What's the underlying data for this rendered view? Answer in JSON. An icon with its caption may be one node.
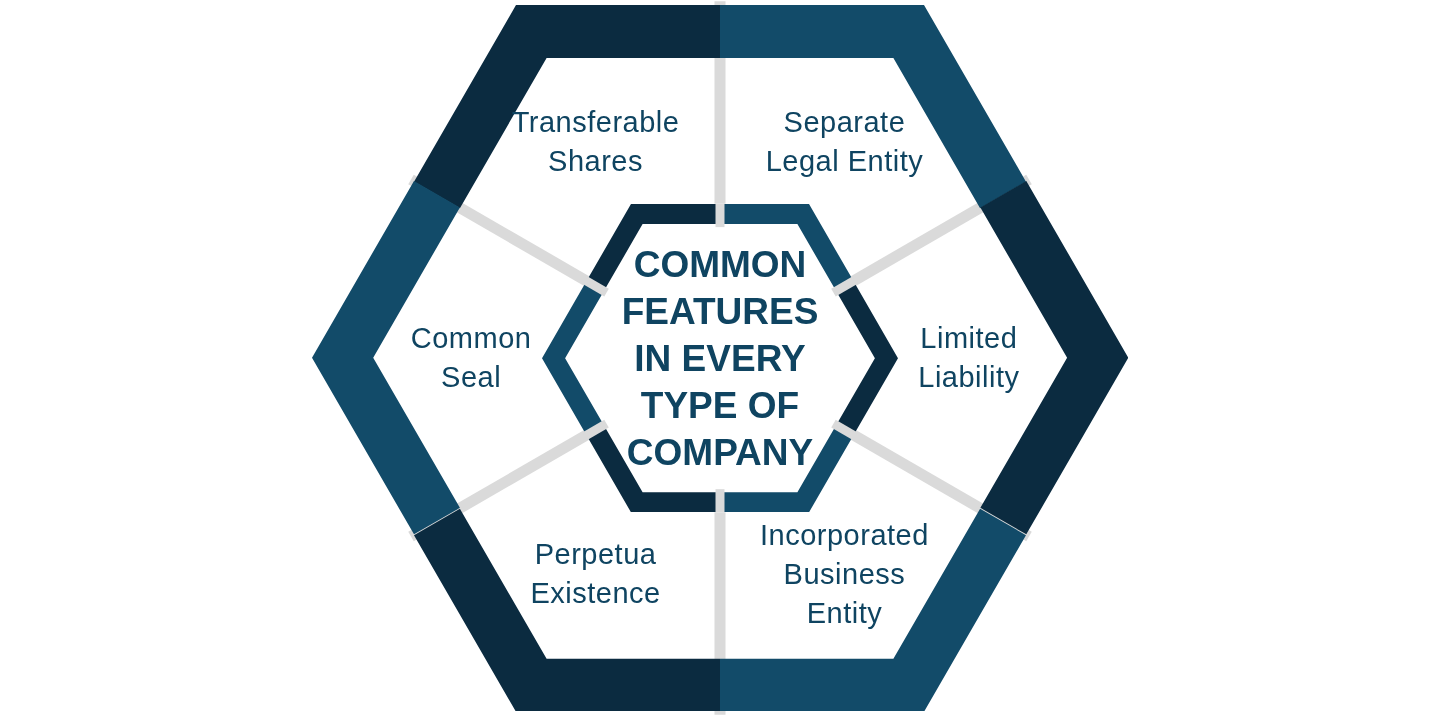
{
  "diagram": {
    "nodes": [
      {
        "text": [
          "COMMON FEATURES IN EVERY TYPE OF COMPANY"
        ]
      },
      {
        "text": [
          "Transferable Shares"
        ]
      },
      {
        "text": [
          "Separate Legal Entity"
        ]
      },
      {
        "text": [
          "Common Seal"
        ]
      },
      {
        "text": [
          "Limited Liability"
        ]
      },
      {
        "text": [
          "Perpetua Existence"
        ]
      },
      {
        "text": [
          "Incorporated Business Entity"
        ]
      }
    ]
  }
}
